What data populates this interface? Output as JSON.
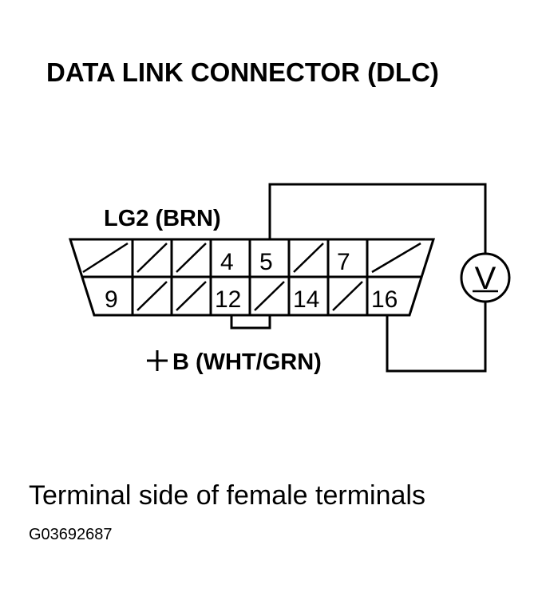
{
  "title": "DATA LINK CONNECTOR (DLC)",
  "labels": {
    "lg2": "LG2 (BRN)",
    "plus_b": "B (WHT/GRN)"
  },
  "pins": {
    "p4": "4",
    "p5": "5",
    "p7": "7",
    "p9": "9",
    "p12": "12",
    "p14": "14",
    "p16": "16"
  },
  "voltmeter": {
    "symbol": "V"
  },
  "caption": "Terminal side of female terminals",
  "figure_code": "G03692687"
}
